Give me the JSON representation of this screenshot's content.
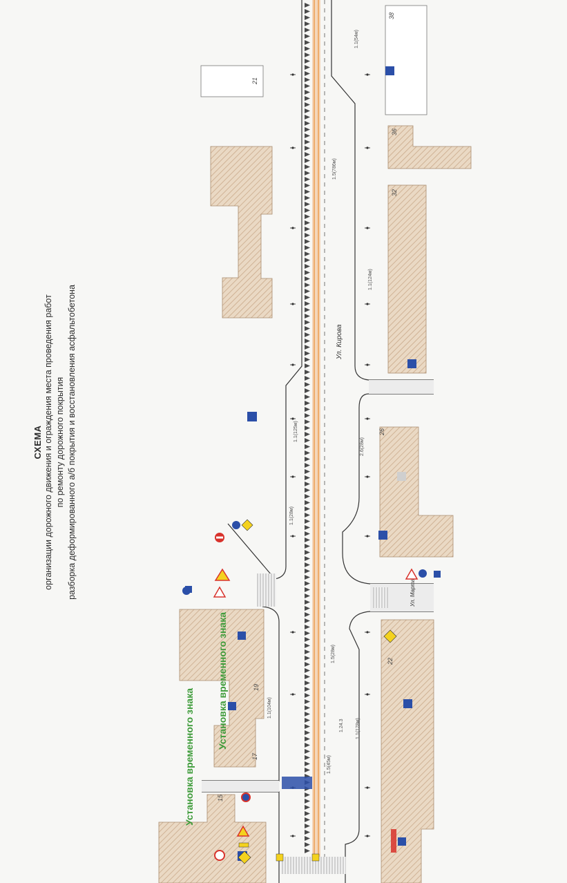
{
  "title": {
    "line1": "СХЕМА",
    "line2": "организации дорожного движения и ограждения места проведения работ",
    "line3": "по ремонту дорожного покрытия",
    "line4": "разборка деформированного а/б покрытия и восстановления асфальтобетона"
  },
  "labels": {
    "temp_sign_1": "Установка временного знака",
    "temp_sign_2": "Установка временного знака"
  },
  "streets": {
    "kirova": "Ул. Кирова",
    "marta": "Ул. Марта"
  },
  "buildings": [
    "21",
    "38",
    "36",
    "32",
    "26",
    "22",
    "19",
    "17",
    "15"
  ],
  "markings": [
    "1.5(786м)",
    "1.1(124м)",
    "1.1(125м)",
    "1.1(28м)",
    "1.5(28м)",
    "1.24.3",
    "1.1(178м)",
    "1.5(45м)",
    "2.6(28м)",
    "1.1(104м)",
    "1.1(54м)"
  ],
  "colors": {
    "paper": "#f7f7f5",
    "building": "#e6d3bd",
    "building_hatch": "#c9a98a",
    "road_edge": "#333333",
    "cone": "#4a4a4a",
    "median_fill": "#f3cba6",
    "median_line": "#e8821f",
    "sign_blue": "#2b4fa8",
    "sign_red": "#d8322b",
    "sign_yellow": "#f4d21e",
    "green_text": "#3e9b3a"
  }
}
